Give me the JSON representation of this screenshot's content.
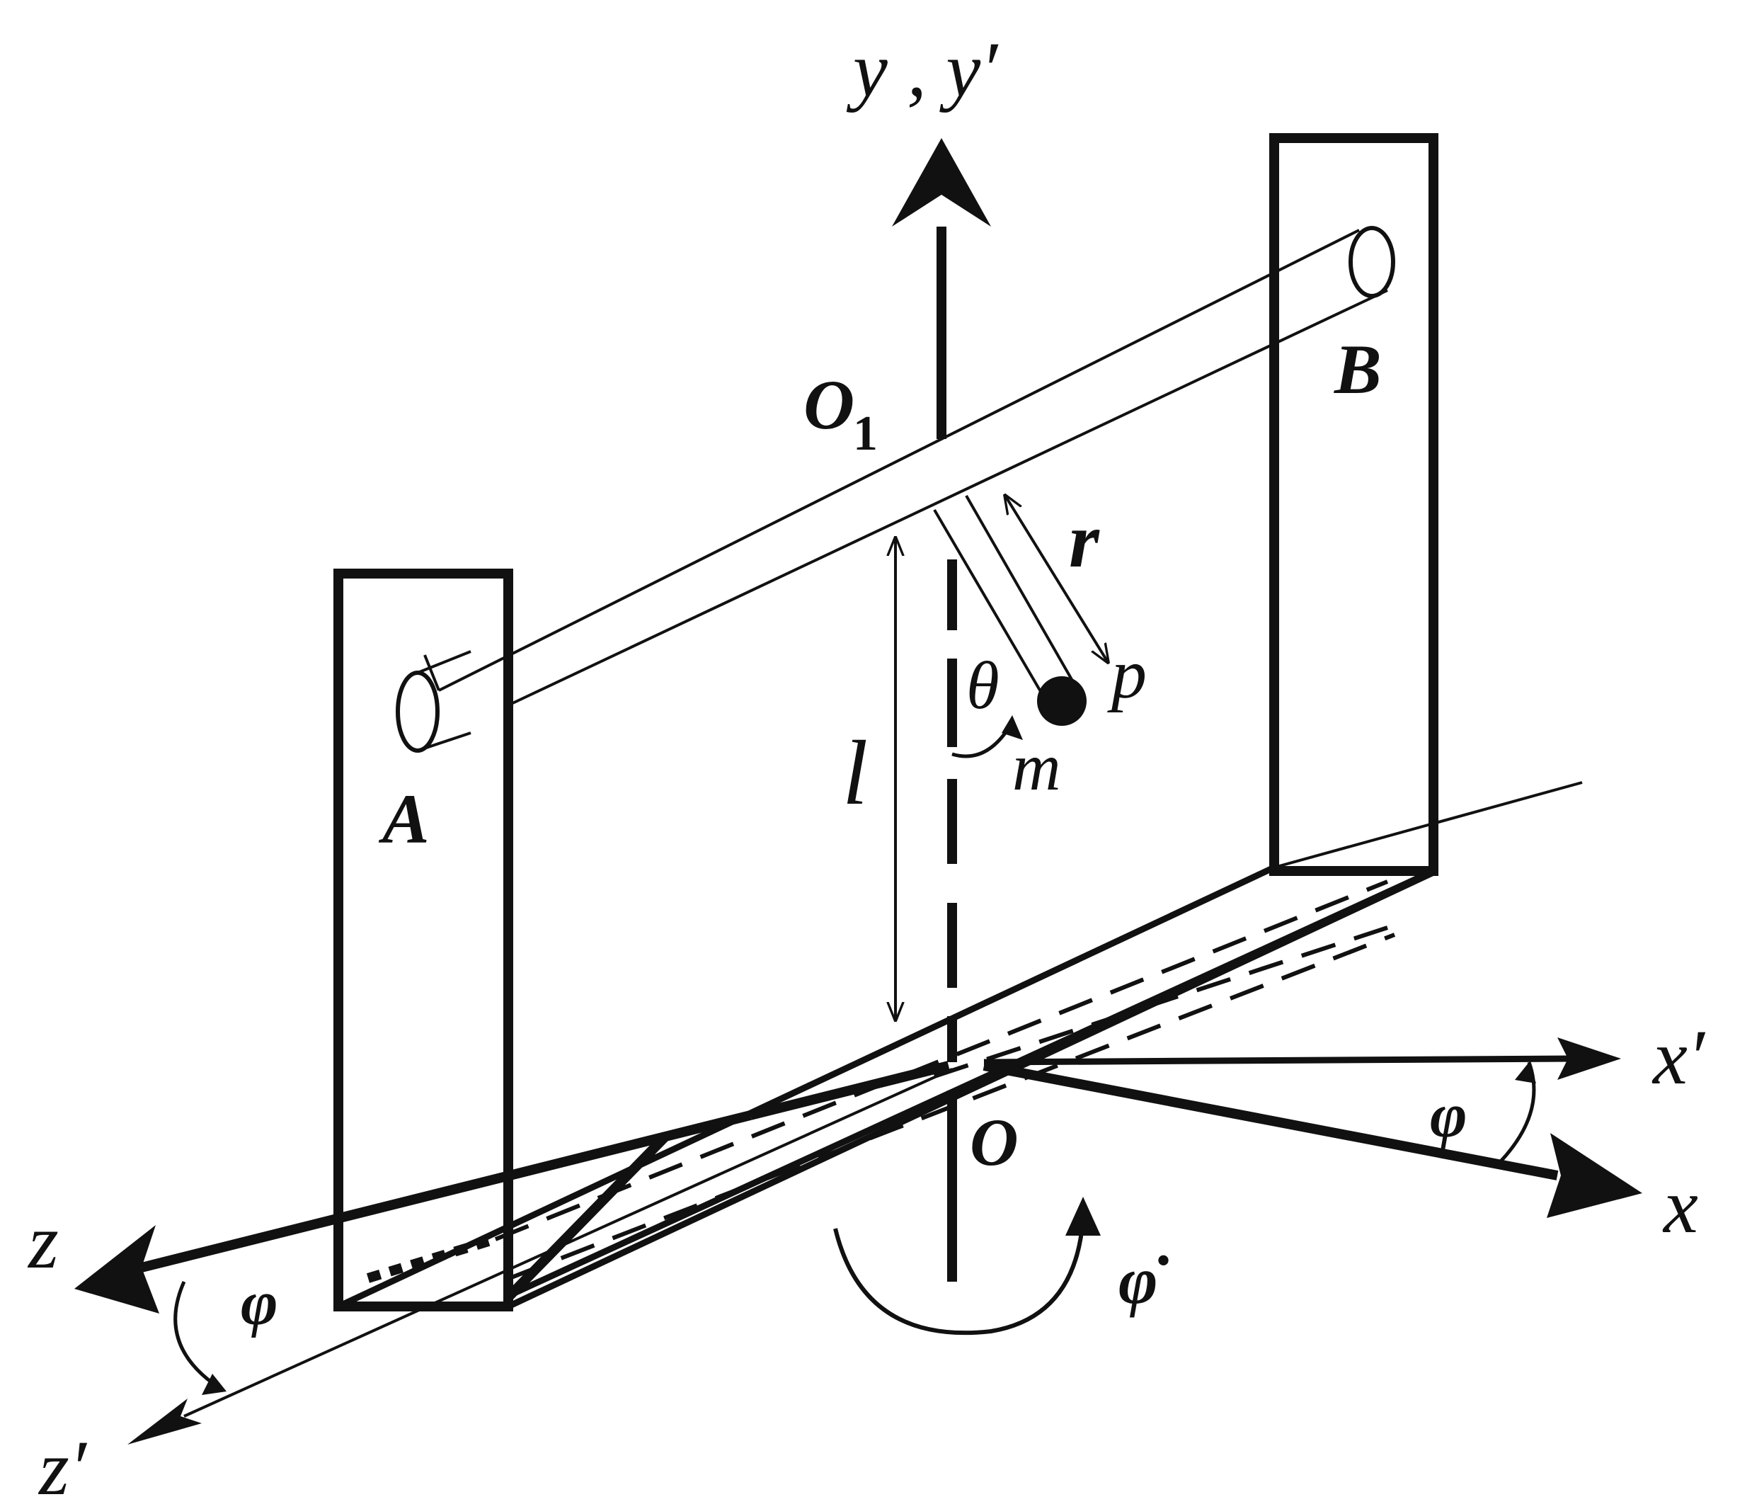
{
  "labels": {
    "y_axis": "y , y′",
    "o1": "O",
    "o1_sub": "1",
    "b": "B",
    "a": "A",
    "r": "r",
    "p": "p",
    "theta": "θ",
    "m": "m",
    "l": "l",
    "o": "O",
    "x_prime": "x′",
    "x": "x",
    "phi_right": "φ",
    "phi_left": "φ",
    "phi_dot": "φ̇",
    "z": "z",
    "z_prime": "z′"
  },
  "colors": {
    "ink": "#111111",
    "background": "#ffffff"
  }
}
